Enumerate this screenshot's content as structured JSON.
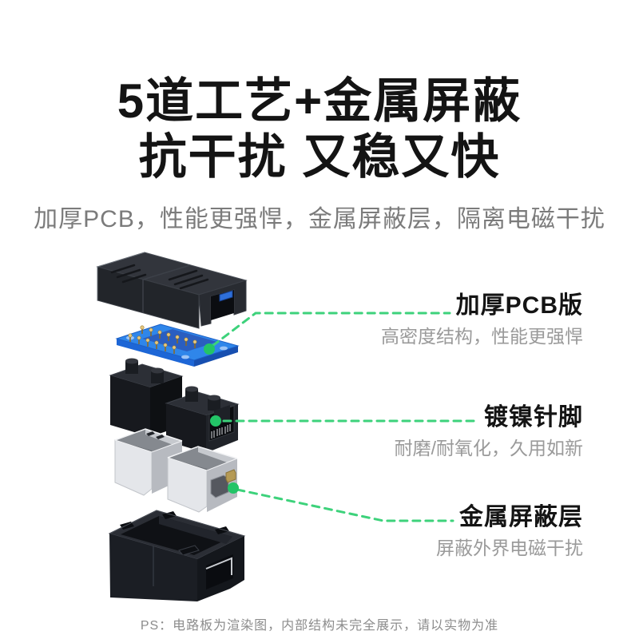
{
  "header": {
    "title_line1": "5道工艺+金属屏蔽",
    "title_line2": "抗干扰 又稳又快",
    "subtitle": "加厚PCB，性能更强悍，金属屏蔽层，隔离电磁干扰"
  },
  "annotations": [
    {
      "title": "加厚PCB版",
      "desc": "高密度结构，性能更强悍"
    },
    {
      "title": "镀镍针脚",
      "desc": "耐磨/耐氧化，久用如新"
    },
    {
      "title": "金属屏蔽层",
      "desc": "屏蔽外界电磁干扰"
    }
  ],
  "footer": {
    "note": "PS：电路板为渲染图，内部结构未完全展示，请以实物为准"
  },
  "illustration_parts": [
    "top-cover",
    "pcb-board",
    "socket-modules",
    "metal-shields",
    "bottom-shell"
  ],
  "colors": {
    "accent_green": "#3dd27b",
    "dot_green": "#23c467",
    "title_text": "#141414",
    "subtitle_text": "#7b7b7b",
    "desc_text": "#9a9a9a",
    "footer_text": "#8c8c8c",
    "pcb_blue": "#2f86ea",
    "shell_black": "#22252a",
    "shield_silver": "#e4e6ea"
  }
}
